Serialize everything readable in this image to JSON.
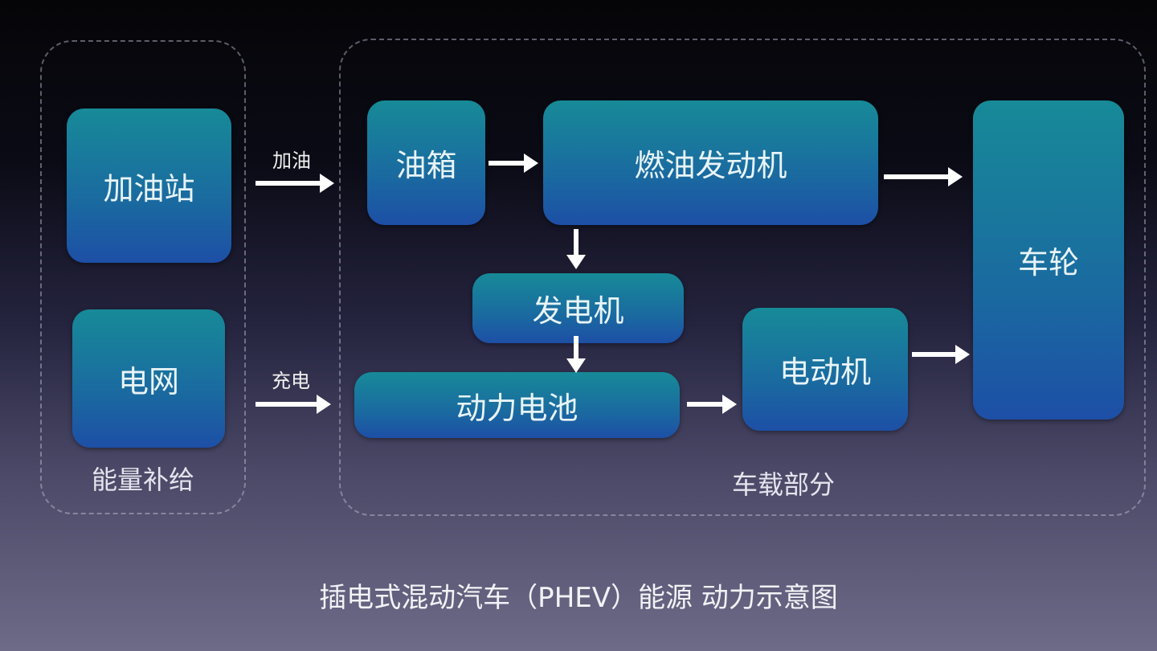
{
  "groups": {
    "energy_supply": "能量补给",
    "onboard": "车载部分"
  },
  "nodes": {
    "gas_station": "加油站",
    "grid": "电网",
    "fuel_tank": "油箱",
    "engine": "燃油发动机",
    "wheels": "车轮",
    "generator": "发电机",
    "battery": "动力电池",
    "motor": "电动机"
  },
  "edges": {
    "refuel": "加油",
    "charge": "充电"
  },
  "caption": "插电式混动汽车（PHEV）能源 动力示意图"
}
